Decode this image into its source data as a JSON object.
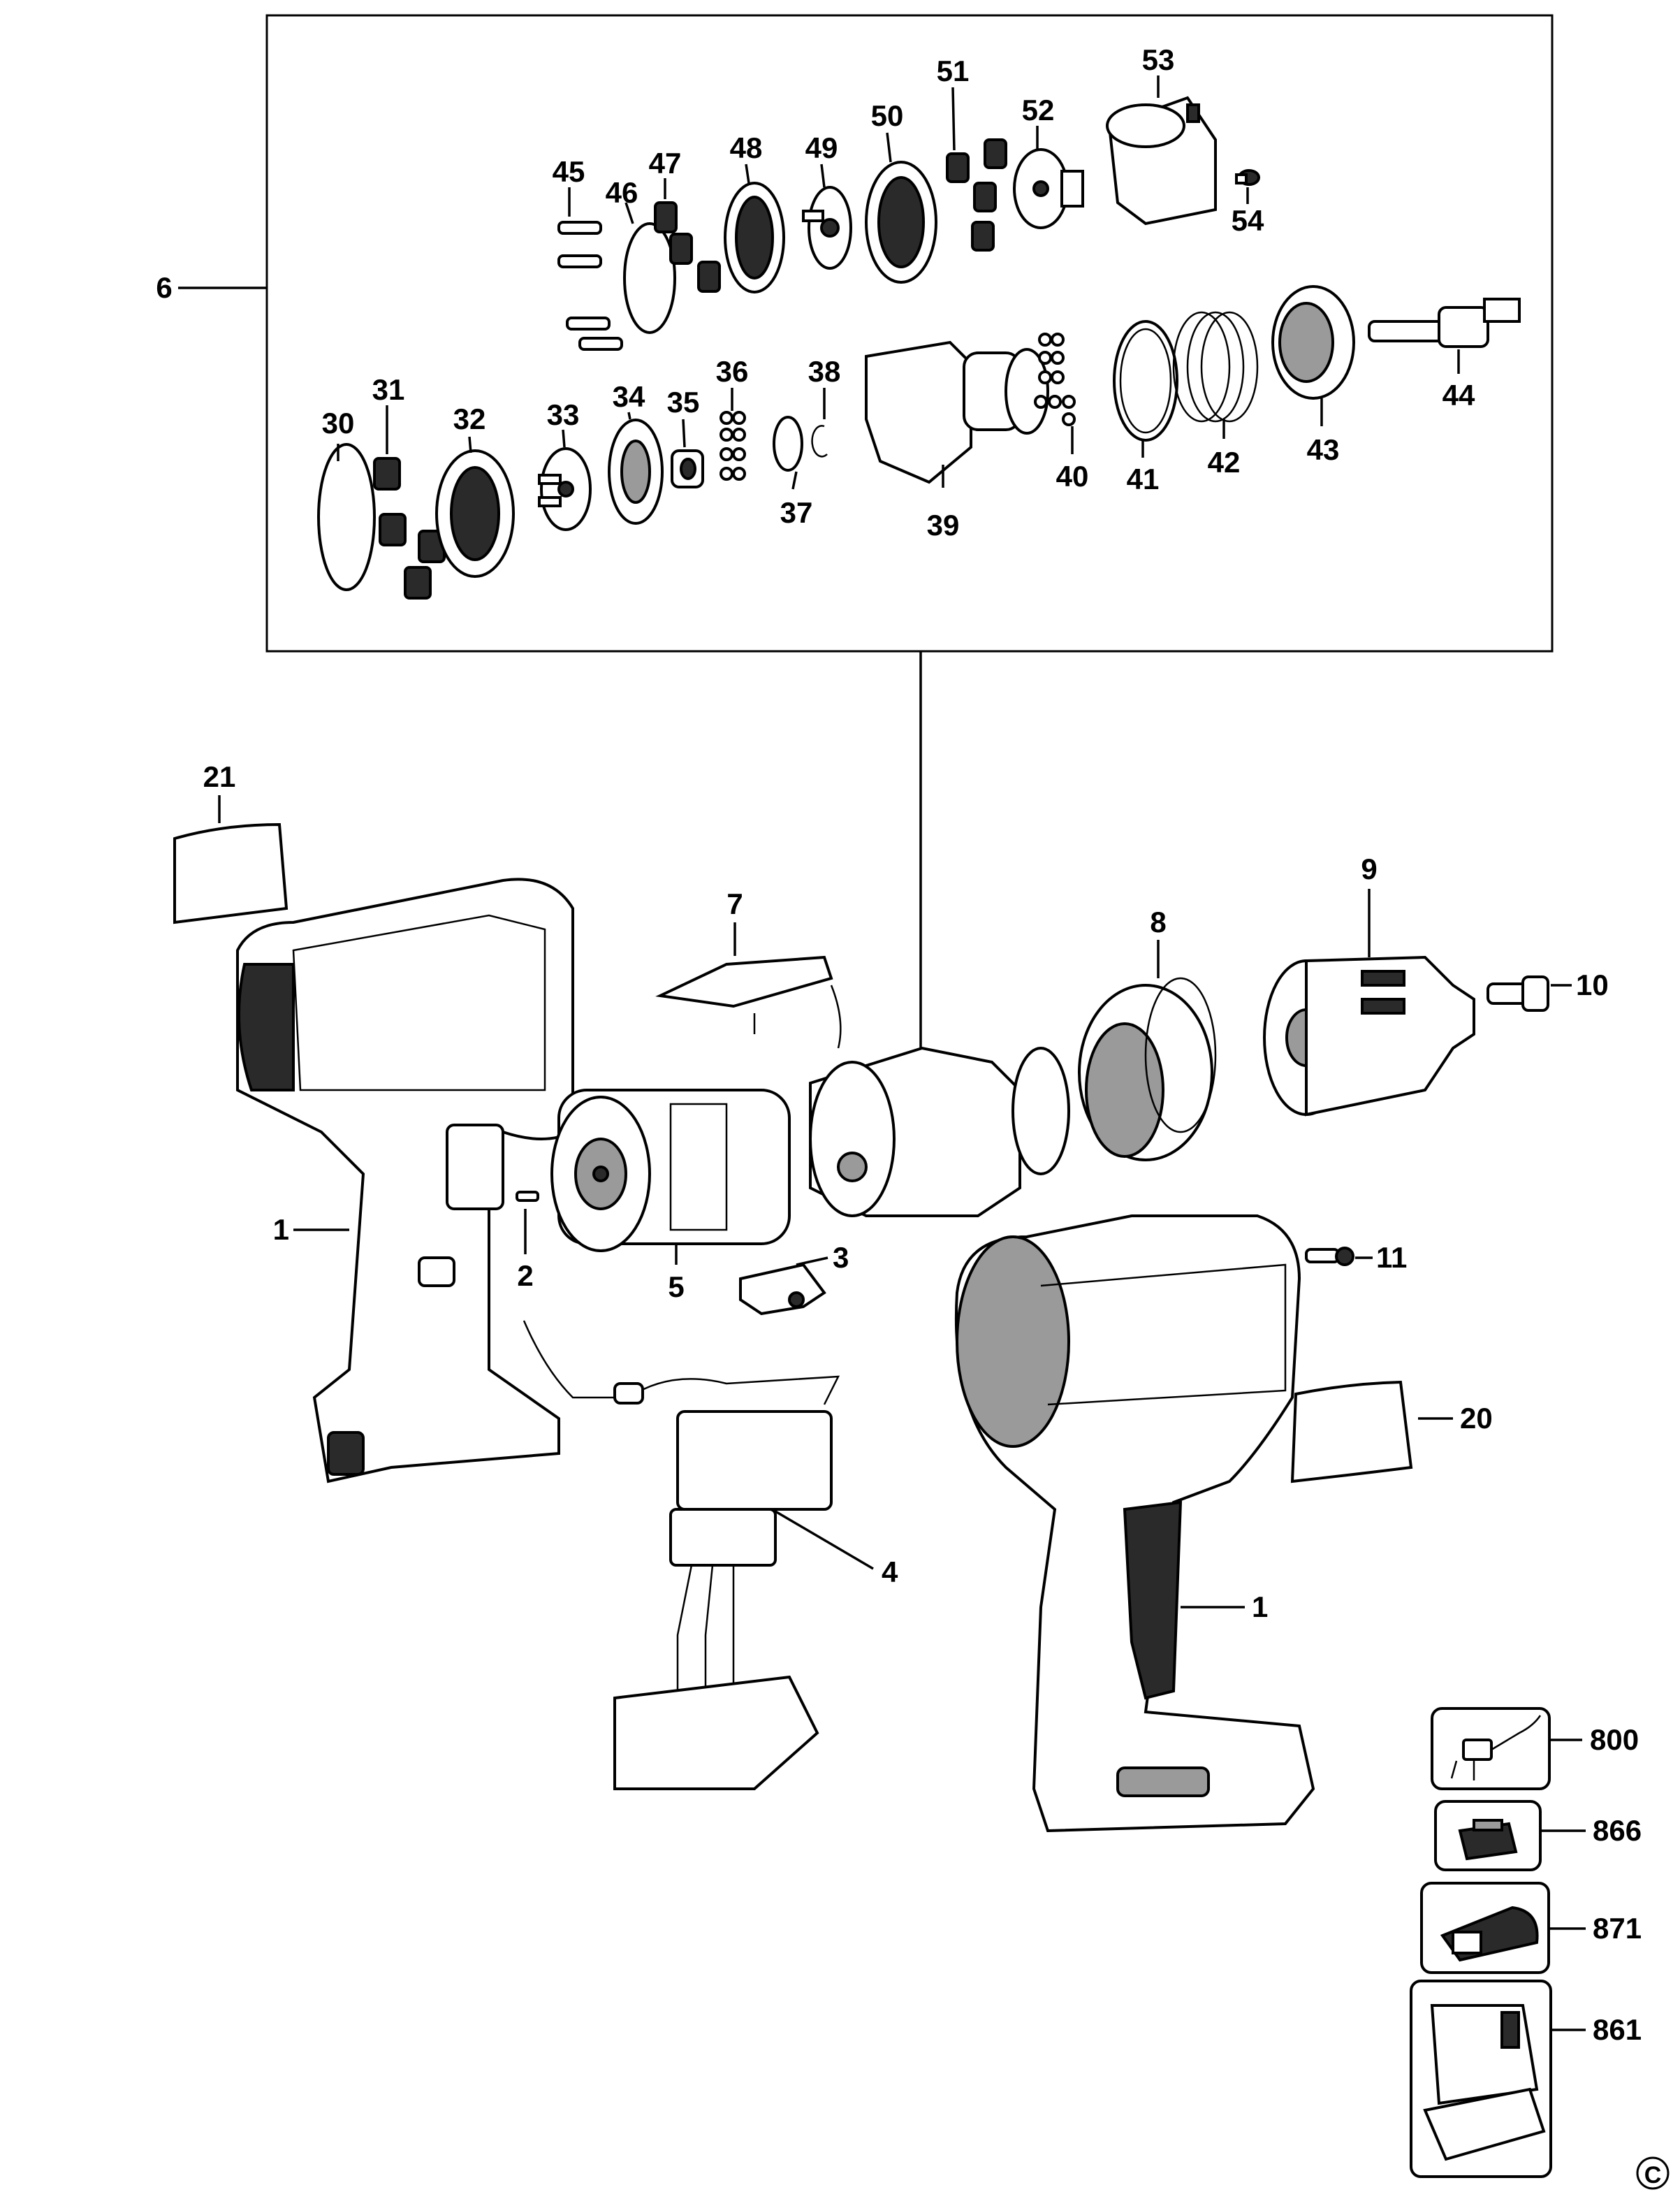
{
  "labels": {
    "l1a": "1",
    "l1b": "1",
    "l2": "2",
    "l3": "3",
    "l4": "4",
    "l5": "5",
    "l6": "6",
    "l7": "7",
    "l8": "8",
    "l9": "9",
    "l10": "10",
    "l11": "11",
    "l20": "20",
    "l21": "21",
    "l30": "30",
    "l31": "31",
    "l32": "32",
    "l33": "33",
    "l34": "34",
    "l35": "35",
    "l36": "36",
    "l37": "37",
    "l38": "38",
    "l39": "39",
    "l40": "40",
    "l41": "41",
    "l42": "42",
    "l43": "43",
    "l44": "44",
    "l45": "45",
    "l46": "46",
    "l47": "47",
    "l48": "48",
    "l49": "49",
    "l50": "50",
    "l51": "51",
    "l52": "52",
    "l53": "53",
    "l54": "54",
    "l800": "800",
    "l861": "861",
    "l866": "866",
    "l871": "871"
  },
  "copyright_mark": "C"
}
